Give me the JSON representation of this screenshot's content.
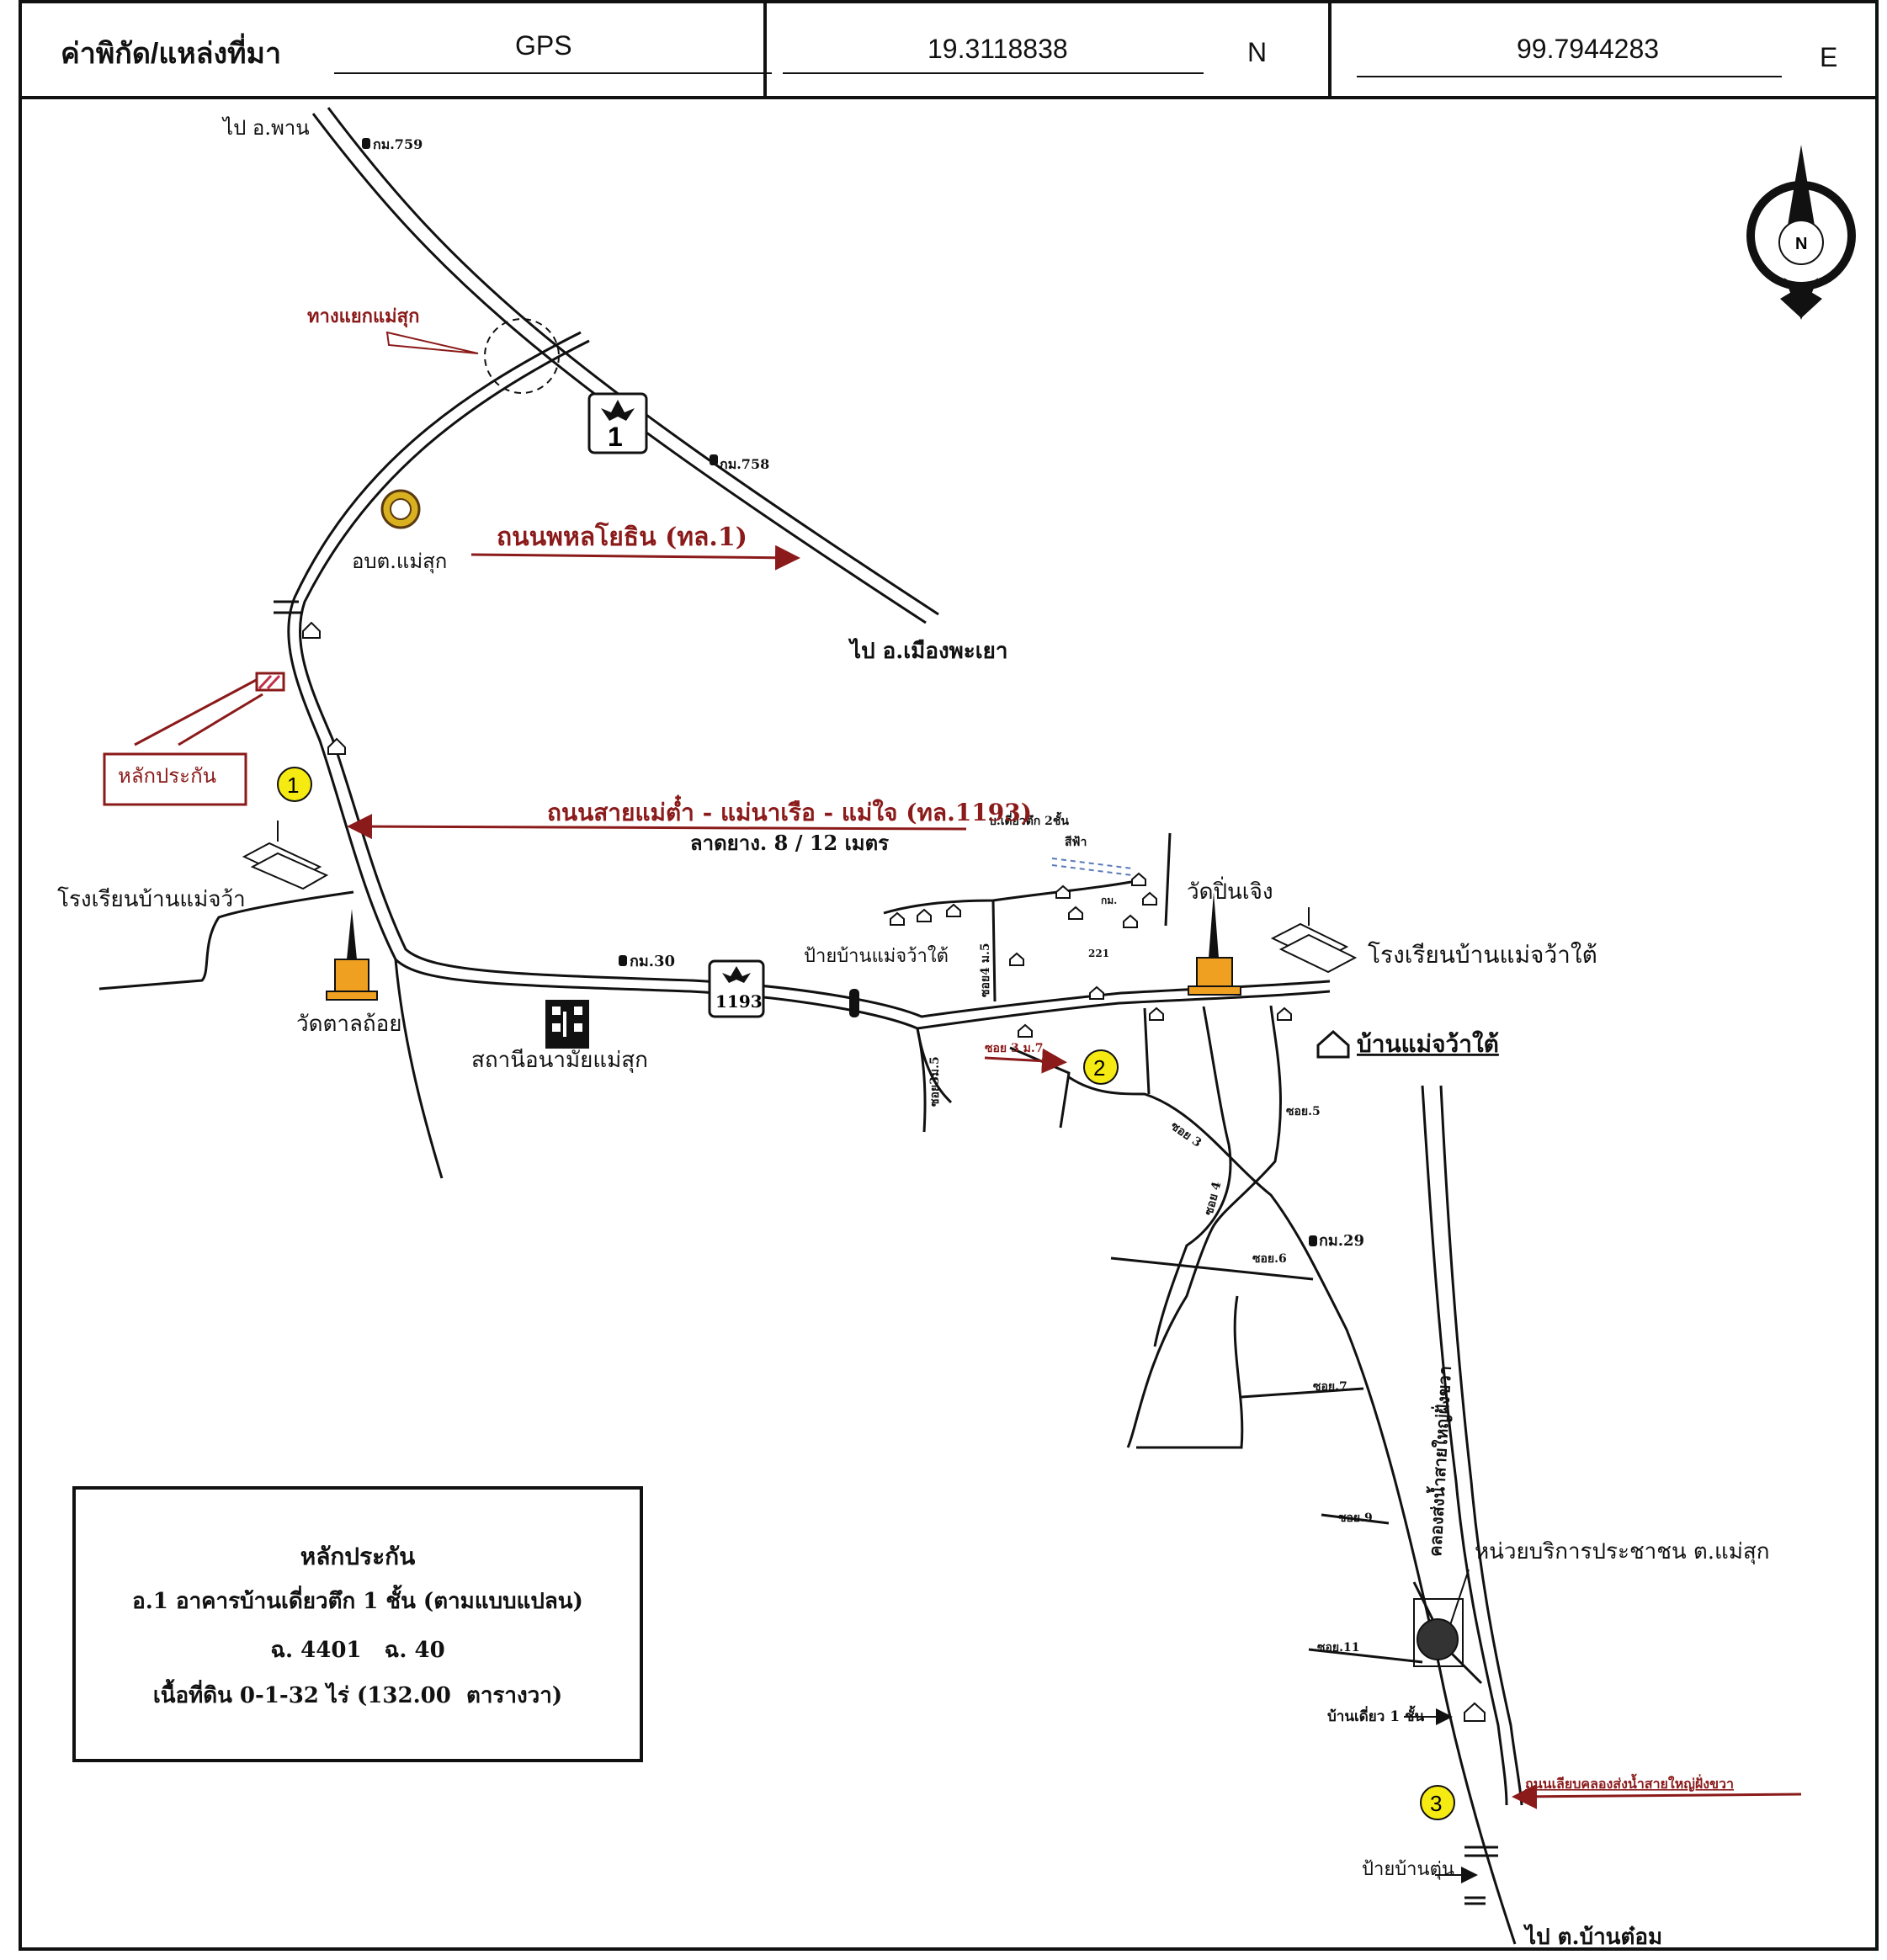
{
  "header": {
    "label": "ค่าพิกัด/แหล่งที่มา",
    "source": "GPS",
    "latitude": "19.3118838",
    "lat_dir": "N",
    "longitude": "99.7944283",
    "lon_dir": "E"
  },
  "compass": {
    "letter": "N"
  },
  "highway_shield_1": "1",
  "highway_shield_1193": "1193",
  "labels": {
    "to_phan": "ไป อ.พาน",
    "km759": "กม.759",
    "km758": "กม.758",
    "km30": "กม.30",
    "km29": "กม.29",
    "junction": "ทางแยกแม่สุก",
    "sao_office": "อบต.แม่สุก",
    "phahonyothin": "ถนนพหลโยธิน (ทล.1)",
    "to_phayao": "ไป อ.เมืองพะเยา",
    "collateral_tag": "หลักประกัน",
    "route1193": "ถนนสายแม่ต๋ำ - แม่นาเรือ - แม่ใจ (ทล.1193)",
    "asphalt": "ลาดยาง. 8 / 12 เมตร",
    "school_maewa": "โรงเรียนบ้านแม่จว้า",
    "wat_tan": "วัดตาลถ้อย",
    "health_station": "สถานีอนามัยแม่สุก",
    "sign_maewa_tai": "ป้ายบ้านแม่จว้าใต้",
    "wat_pin_choeng": "วัดปิ่นเจิง",
    "school_maewa_tai": "โรงเรียนบ้านแม่จว้าใต้",
    "village_maewa_tai": "บ้านแม่จว้าใต้",
    "house_note": "บ.เดี่ยวตึก 2ชั้น",
    "house_color": "สีฟ้า",
    "soi3m7": "ซอย 3 ม.7",
    "soi4m5": "ซอย4 ม.5",
    "soi3m5": "ซอย3ม.5",
    "soi3": "ซอย 3",
    "soi4": "ซอย 4",
    "soi5": "ซอย.5",
    "soi6": "ซอย.6",
    "soi7": "ซอย.7",
    "soi9": "ซอย.9",
    "soi11": "ซอย.11",
    "km_small": "กม.",
    "num221": "221",
    "canal": "คลองส่งน้ำสายใหญ่ฝั่งขวา",
    "service_unit": "หน่วยบริการประชาชน ต.แม่สุก",
    "single_house": "บ้านเดี่ยว 1 ชั้น",
    "canal_road": "ถนนเลียบคลองส่งน้ำสายใหญ่ฝั่งขวา",
    "sign_ban_tun": "ป้ายบ้านตุ่น",
    "to_ban_tom": "ไป ต.บ้านต๋อม"
  },
  "markers": [
    "1",
    "2",
    "3"
  ],
  "collateral_box": {
    "title": "หลักประกัน",
    "line1": "อ.1 อาคารบ้านเดี่ยวตึก 1 ชั้น (ตามแบบแปลน)",
    "line2": "ฉ. 4401   ฉ. 40",
    "line3": "เนื้อที่ดิน 0-1-32 ไร่ (132.00  ตารางวา)"
  },
  "colors": {
    "road_label": "#8b1a1a",
    "marker": "#f5ea12",
    "stupa": "#f0a020"
  }
}
